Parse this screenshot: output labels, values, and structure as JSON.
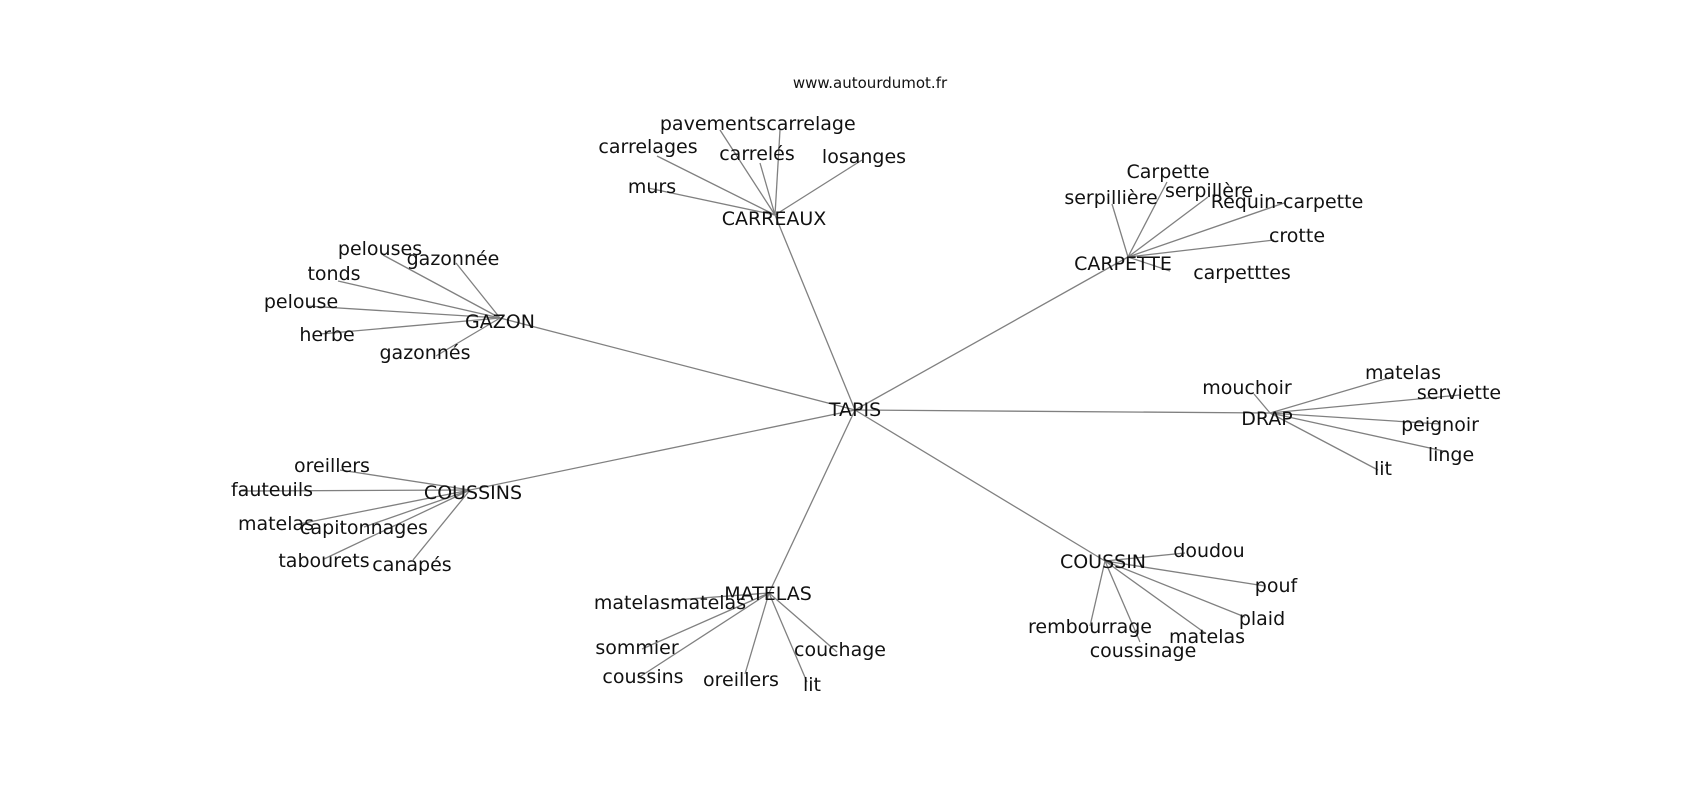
{
  "credit": "www.autourdumot.fr",
  "colors": {
    "edge": "#808080",
    "text": "#111111",
    "background": "#ffffff"
  },
  "graph": {
    "center": "TAPIS",
    "clusters": [
      {
        "hub": "CARREAUX",
        "leaves": [
          "pavements",
          "carrelage",
          "carrelages",
          "carrelés",
          "losanges",
          "murs"
        ]
      },
      {
        "hub": "CARPETTE",
        "leaves": [
          "Carpette",
          "serpillière",
          "serpillère",
          "Requin-carpette",
          "crotte",
          "carpetttes"
        ]
      },
      {
        "hub": "GAZON",
        "leaves": [
          "pelouses",
          "gazonnée",
          "tonds",
          "pelouse",
          "herbe",
          "gazonnés"
        ]
      },
      {
        "hub": "DRAP",
        "leaves": [
          "mouchoir",
          "matelas",
          "serviette",
          "peignoir",
          "linge",
          "lit"
        ]
      },
      {
        "hub": "COUSSINS",
        "leaves": [
          "oreillers",
          "fauteuils",
          "matelas",
          "capitonnages",
          "tabourets",
          "canapés"
        ]
      },
      {
        "hub": "MATELAS",
        "leaves": [
          "matelasmatelas",
          "sommier",
          "coussins",
          "oreillers",
          "lit",
          "couchage"
        ]
      },
      {
        "hub": "COUSSIN",
        "leaves": [
          "doudou",
          "pouf",
          "plaid",
          "rembourrage",
          "coussinage",
          "matelas"
        ]
      }
    ]
  }
}
